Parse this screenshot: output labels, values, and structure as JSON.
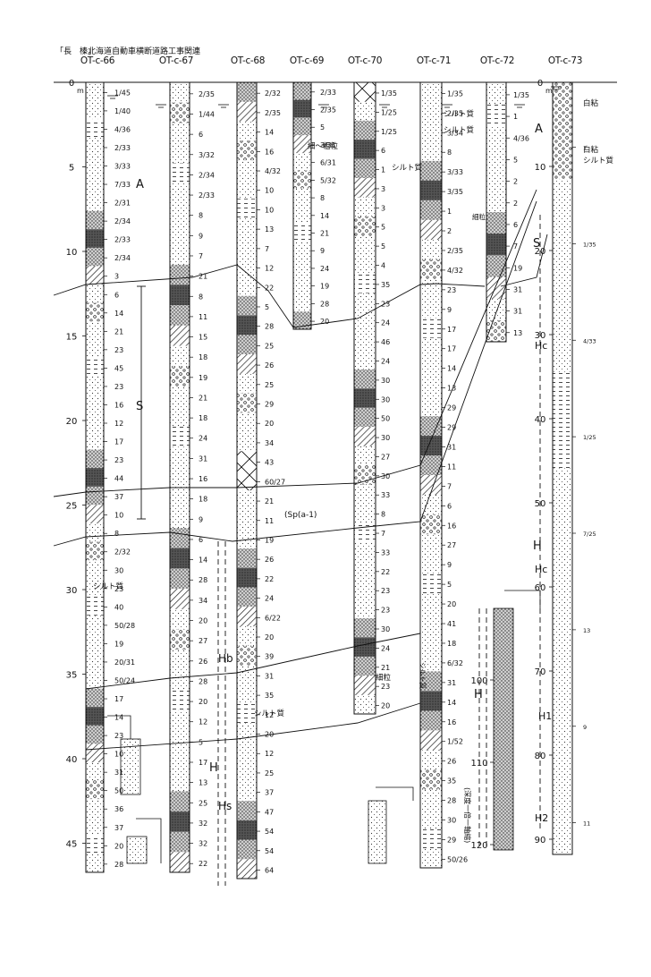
{
  "header": {
    "location": "「長　榛」",
    "project": "北海道自動車横断道路工事関連"
  },
  "unit": "m",
  "boreholes": [
    {
      "name": "OT-c-66",
      "values": [
        "1/45",
        "1/40",
        "4/36",
        "2/33",
        "3/33",
        "7/33",
        "2/31",
        "2/34",
        "2/33",
        "2/34",
        "3",
        "6",
        "14",
        "21",
        "23",
        "45",
        "23",
        "16",
        "12",
        "17",
        "23",
        "44",
        "37",
        "10",
        "8",
        "2/32",
        "30",
        "23",
        "40",
        "50/28",
        "19",
        "20/31",
        "50/24",
        "17",
        "14",
        "23",
        "10",
        "31",
        "50",
        "36",
        "37",
        "20",
        "28"
      ]
    },
    {
      "name": "OT-c-67",
      "values": [
        "2/35",
        "1/44",
        "6",
        "3/32",
        "2/34",
        "2/33",
        "8",
        "9",
        "7",
        "21",
        "8",
        "11",
        "15",
        "18",
        "19",
        "21",
        "18",
        "24",
        "31",
        "16",
        "18",
        "9",
        "6",
        "14",
        "28",
        "34",
        "20",
        "27",
        "26",
        "28",
        "20",
        "12",
        "5",
        "17",
        "13",
        "25",
        "32",
        "32",
        "22"
      ]
    },
    {
      "name": "OT-c-68",
      "values": [
        "2/32",
        "2/35",
        "14",
        "16",
        "4/32",
        "10",
        "10",
        "13",
        "7",
        "12",
        "22",
        "5",
        "28",
        "25",
        "26",
        "25",
        "29",
        "20",
        "34",
        "43",
        "60/27",
        "21",
        "11",
        "19",
        "26",
        "22",
        "24",
        "6/22",
        "20",
        "39",
        "31",
        "35",
        "12",
        "20",
        "12",
        "25",
        "37",
        "47",
        "54",
        "54",
        "64"
      ]
    },
    {
      "name": "OT-c-69",
      "values": [
        "2/33",
        "2/35",
        "5",
        "3/31",
        "6/31",
        "5/32",
        "8",
        "14",
        "21",
        "9",
        "24",
        "19",
        "28",
        "20"
      ]
    },
    {
      "name": "OT-c-70",
      "values": [
        "1/35",
        "1/25",
        "1/25",
        "6",
        "1",
        "3",
        "3",
        "5",
        "5",
        "4",
        "35",
        "23",
        "24",
        "46",
        "24",
        "30",
        "30",
        "50",
        "30",
        "27",
        "30",
        "33",
        "8",
        "7",
        "33",
        "22",
        "23",
        "23",
        "30",
        "24",
        "21",
        "23",
        "20"
      ]
    },
    {
      "name": "OT-c-71",
      "values": [
        "1/35",
        "2/35",
        "3/34",
        "8",
        "3/33",
        "3/35",
        "1",
        "2",
        "2/35",
        "4/32",
        "23",
        "9",
        "17",
        "17",
        "14",
        "13",
        "29",
        "29",
        "31",
        "11",
        "7",
        "6",
        "16",
        "27",
        "9",
        "5",
        "20",
        "41",
        "18",
        "6/32",
        "31",
        "14",
        "16",
        "1/52",
        "26",
        "35",
        "28",
        "30",
        "29",
        "50/26"
      ]
    },
    {
      "name": "OT-c-72",
      "values": [
        "1/35",
        "1",
        "4/36",
        "5",
        "2",
        "2",
        "6",
        "7",
        "19",
        "31",
        "31",
        "13"
      ]
    },
    {
      "name": "OT-c-73",
      "values": [
        "1",
        "1/35",
        "4/33",
        "1/25",
        "7/25",
        "13",
        "9",
        "11"
      ]
    }
  ],
  "depth_ticks_left": [
    "0",
    "5",
    "10",
    "15",
    "20",
    "25",
    "30",
    "35",
    "40",
    "45"
  ],
  "depth_ticks_right": [
    "0",
    "10",
    "20",
    "30",
    "40",
    "50",
    "60",
    "70",
    "80",
    "90"
  ],
  "depth_ticks_inset": [
    "100",
    "110",
    "120"
  ],
  "layer_labels": {
    "A_left": "A",
    "S_left": "S",
    "spa": "(Sp(a-1)",
    "Hb": "Hb",
    "H": "H",
    "Hs": "Hs",
    "A_right": "A",
    "S_right": "S",
    "H_right": "H",
    "Hc_right": "Hc",
    "Hc2_right": "Hc",
    "H1_right": "H1",
    "H_inset": "H",
    "H2_right": "H2"
  },
  "annotations": {
    "silt_66": "シルト質",
    "silt_68": "シルト質",
    "silt_71a": "シルト質",
    "silt_71b": "シルト質",
    "silt_70": "シルト質",
    "silt_71c": "シルト質",
    "fine_coarse": "細〜粗粒",
    "fine_70": "細粒",
    "fine_72": "細粒",
    "white_clay": "白粘",
    "white_clay2": "白粘",
    "silt_73": "シルト質",
    "vertical_note": "(深度一倍一軸縮)"
  }
}
